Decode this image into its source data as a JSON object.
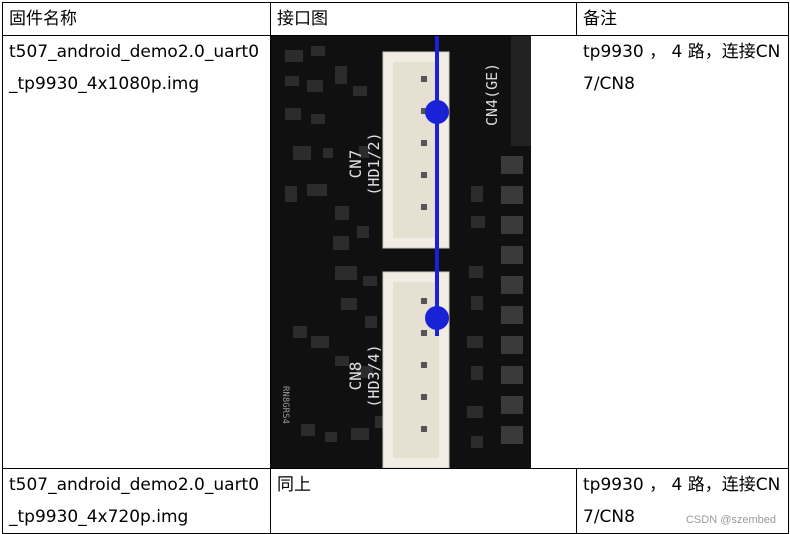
{
  "table": {
    "headers": [
      "固件名称",
      "接口图",
      "备注"
    ],
    "rows": [
      {
        "firmware": "t507_android_demo2.0_uart0_tp9930_4x1080p.img",
        "interface": "",
        "note": "tp9930 ， 4 路，连接CN7/CN8"
      },
      {
        "firmware": "t507_android_demo2.0_uart0_tp9930_4x720p.img",
        "interface": "同上",
        "note": "tp9930 ， 4 路，连接CN7/CN8"
      }
    ]
  },
  "board_labels": {
    "cn7": "CN7",
    "cn7_sub": "(HD1/2)",
    "cn8": "CN8",
    "cn8_sub": "(HD3/4)",
    "cn4": "CN4(GE)",
    "chip": "RN8GRS4"
  },
  "colors": {
    "pcb": "#101010",
    "connector": "#f1ede4",
    "marker": "#1a22d8"
  },
  "watermark": "CSDN @szembed"
}
